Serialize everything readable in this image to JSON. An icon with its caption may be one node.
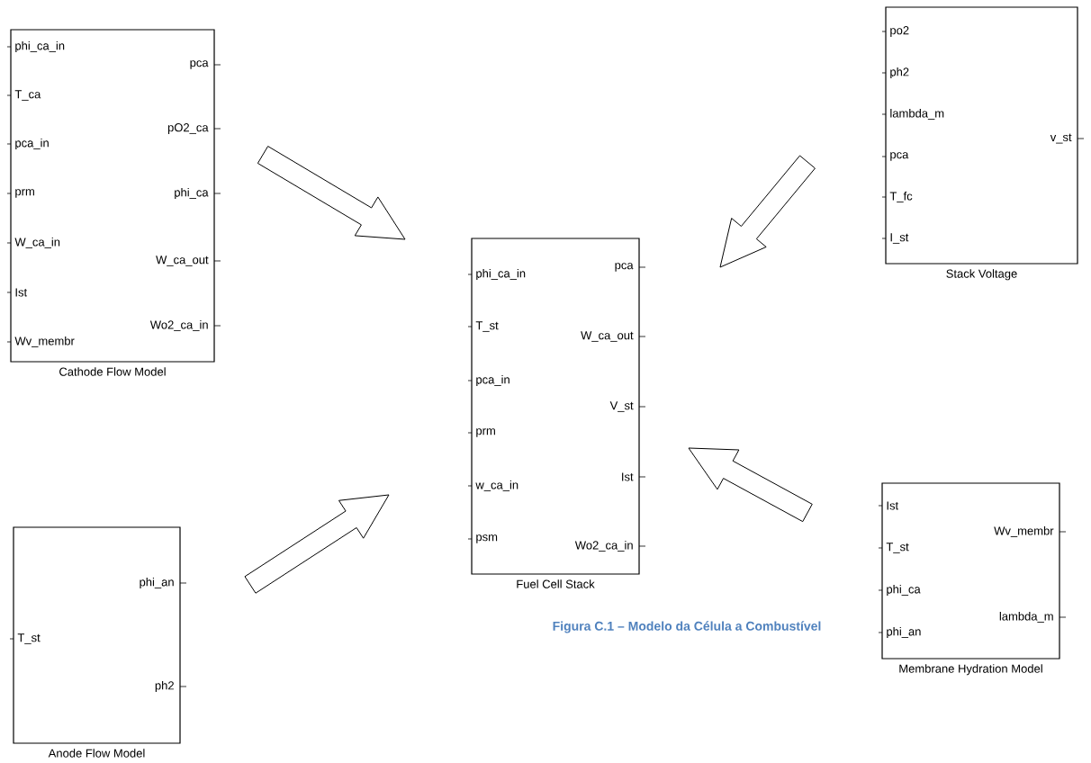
{
  "diagram": {
    "caption": "Figura C.1 – Modelo da Célula a Combustível",
    "nodes": [
      {
        "text": [
          "Cathode Flow Model",
          "phi_ca_in",
          "T_ca",
          "pca_in",
          "prm",
          "W_ca_in",
          "Ist",
          "Wv_membr",
          "pca",
          "pO2_ca",
          "phi_ca",
          "W_ca_out",
          "Wo2_ca_in"
        ]
      },
      {
        "text": [
          "Stack Voltage",
          "po2",
          "ph2",
          "lambda_m",
          "pca",
          "T_fc",
          "I_st",
          "v_st"
        ]
      },
      {
        "text": [
          "Fuel Cell Stack",
          "phi_ca_in",
          "T_st",
          "pca_in",
          "prm",
          "w_ca_in",
          "psm",
          "pca",
          "W_ca_out",
          "V_st",
          "Ist",
          "Wo2_ca_in"
        ]
      },
      {
        "text": [
          "Membrane Hydration Model",
          "Ist",
          "T_st",
          "phi_ca",
          "phi_an",
          "Wv_membr",
          "lambda_m"
        ]
      },
      {
        "text": [
          "Anode Flow Model",
          "T_st",
          "phi_an",
          "ph2"
        ]
      }
    ],
    "edges": [
      {
        "from": 0,
        "to": 2,
        "arrow": "to"
      },
      {
        "from": 1,
        "to": 2,
        "arrow": "to"
      },
      {
        "from": 3,
        "to": 2,
        "arrow": "to"
      },
      {
        "from": 4,
        "to": 2,
        "arrow": "to"
      }
    ]
  }
}
